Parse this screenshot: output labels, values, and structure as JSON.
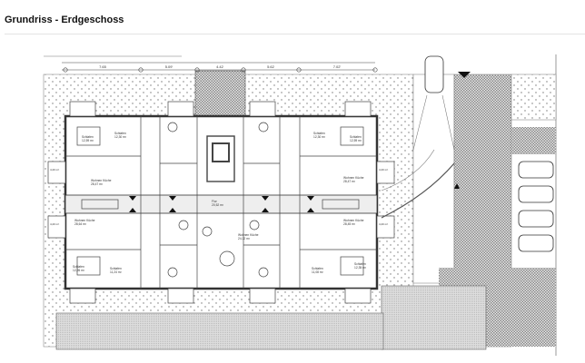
{
  "header": {
    "title": "Grundriss - Erdgeschoss"
  },
  "plan": {
    "axis_dimensions": [
      "7.65",
      "5.09'",
      "4.42",
      "5.62",
      "7.02'"
    ],
    "rooms": [
      {
        "name": "Schlafen",
        "area": "12,59 m²"
      },
      {
        "name": "Schlafen",
        "area": "12,30 m²"
      },
      {
        "name": "Wohnen Küche",
        "area": "28,47 m²"
      },
      {
        "name": "Wohnen Küche",
        "area": "28,64 m²"
      },
      {
        "name": "Schlafen",
        "area": "12,26 m²"
      },
      {
        "name": "Schlafen",
        "area": "11,24 m²"
      },
      {
        "name": "Flur",
        "area": "20,52 m²"
      },
      {
        "name": "Wohnen Küche",
        "area": "24,12 m²"
      },
      {
        "name": "Schlafen",
        "area": "12,30 m²"
      },
      {
        "name": "Schlafen",
        "area": "12,59 m²"
      },
      {
        "name": "Wohnen Küche",
        "area": "28,47 m²"
      },
      {
        "name": "Wohnen Küche",
        "area": "28,45 m²"
      },
      {
        "name": "Schlafen",
        "area": "11,08 m²"
      },
      {
        "name": "Schlafen",
        "area": "12,35 m²"
      }
    ],
    "balconies": [
      "4,20 m²",
      "4,20 m²",
      "4,20 m²",
      "4,20 m²"
    ]
  }
}
